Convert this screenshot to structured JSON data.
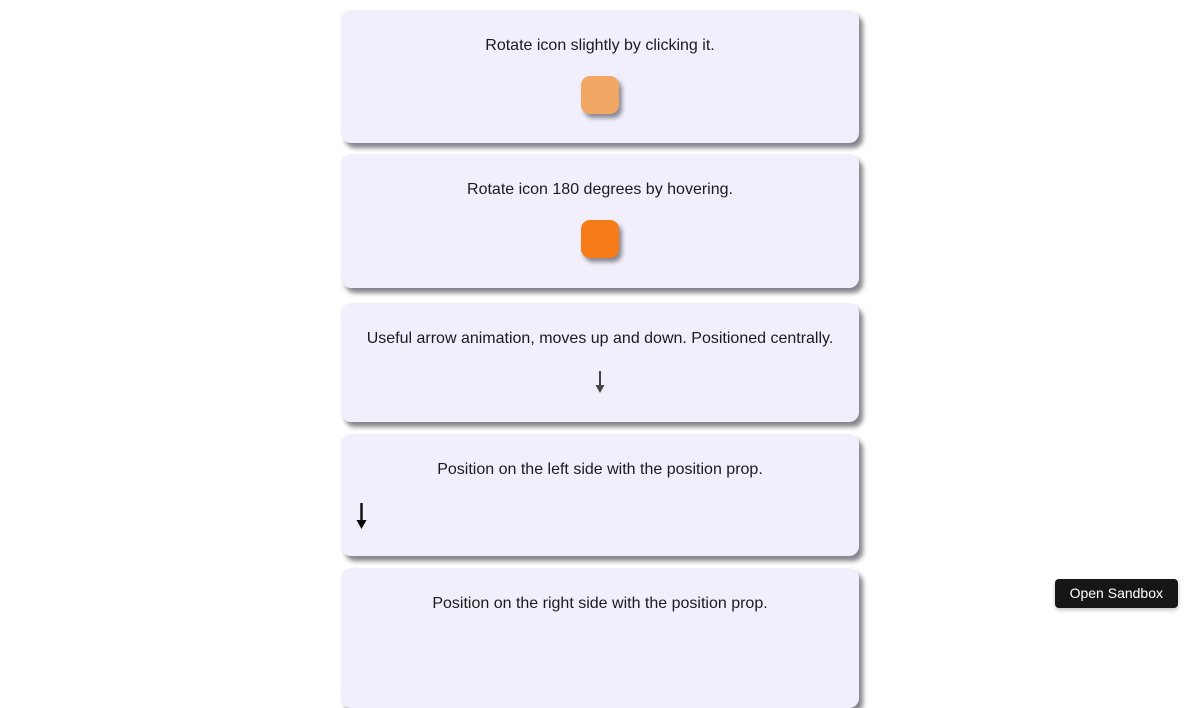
{
  "colors": {
    "card_background": "#f1effc",
    "text": "#1b1b1b"
  },
  "cards": [
    {
      "label": "Rotate icon slightly by clicking it.",
      "icon": "rounded-square-icon",
      "icon_color": "#f3a764"
    },
    {
      "label": "Rotate icon 180 degrees by hovering.",
      "icon": "rounded-square-icon",
      "icon_color": "#f57c18"
    },
    {
      "label": "Useful arrow animation, moves up and down. Positioned centrally.",
      "icon": "down-arrow-icon",
      "arrow_color": "#454545",
      "arrow_position": "center"
    },
    {
      "label": "Position on the left side with the position prop.",
      "icon": "down-arrow-icon",
      "arrow_color": "#0a0a0a",
      "arrow_position": "left"
    },
    {
      "label": "Position on the right side with the position prop."
    }
  ],
  "sandbox_button": {
    "label": "Open Sandbox",
    "background": "#161616",
    "text_color": "#ffffff"
  }
}
